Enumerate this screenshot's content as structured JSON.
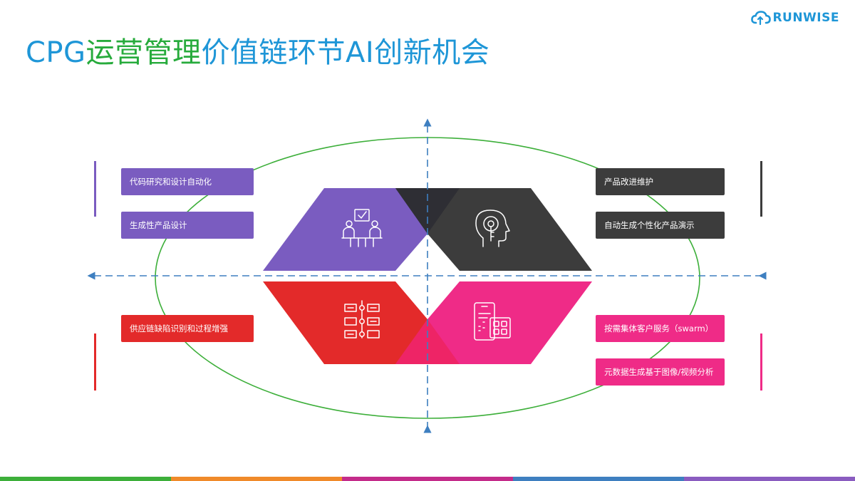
{
  "slide": {
    "title_part1": "CPG",
    "title_part2": "运营管理",
    "title_part3": "价值链环节AI创新机会"
  },
  "logo": {
    "text": "RUNWISE"
  },
  "quadrants": {
    "top_left": {
      "color": "#7a5cc0",
      "icon": "meeting-icon",
      "items": [
        "代码研究和设计自动化",
        "生成性产品设计"
      ]
    },
    "top_right": {
      "color": "#3c3c3c",
      "icon": "ai-head-icon",
      "items": [
        "产品改进维护",
        "自动生成个性化产品演示"
      ]
    },
    "bottom_left": {
      "color": "#e32a2a",
      "icon": "timeline-icon",
      "items": [
        "供应链缺陷识别和过程增强"
      ]
    },
    "bottom_right": {
      "color": "#ef2b87",
      "icon": "device-apps-icon",
      "items": [
        "按需集体客户服务（swarm）",
        "元数据生成基于图像/视频分析"
      ]
    }
  },
  "colors": {
    "title_blue": "#1e96d7",
    "title_green": "#27ab3c",
    "ellipse": "#3daf3a",
    "axis": "#3e7fc0",
    "stripes": [
      "#3daf3a",
      "#f08a2a",
      "#c42b8a",
      "#3e7fc0",
      "#8a5cc0"
    ]
  }
}
